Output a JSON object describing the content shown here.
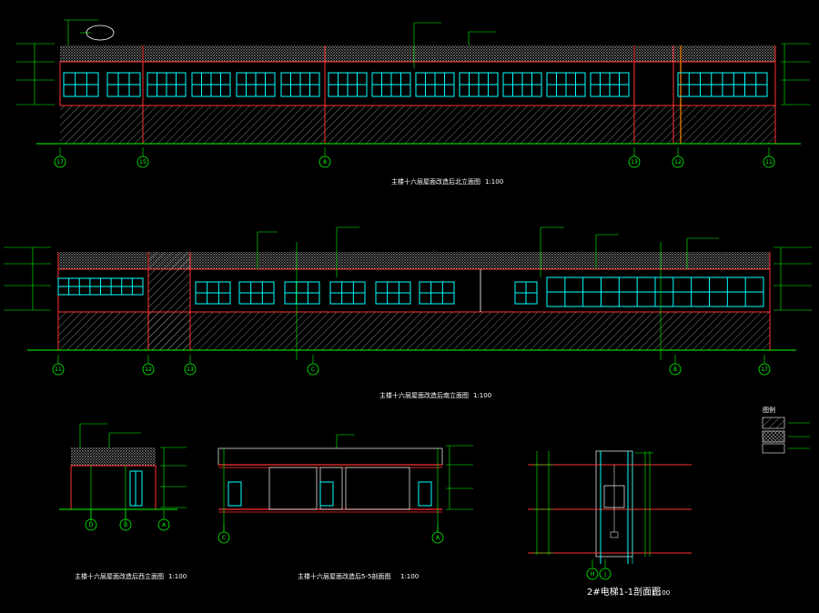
{
  "drawing": {
    "titles": {
      "elev1": "主楼十六层屋面改造后北立面图",
      "elev1_scale": "1:100",
      "elev2": "主楼十六层屋面改造后南立面图",
      "elev2_scale": "1:100",
      "elev3": "主楼十六层屋面改造后西立面图",
      "elev3_scale": "1:100",
      "sec": "主楼十六层屋面改造后5-5剖面图",
      "sec_scale": "1:100",
      "lift": "2#电梯1-1剖面图",
      "lift_scale": "1:100"
    },
    "axes": {
      "elev1": [
        "17",
        "15",
        "8",
        "13",
        "12",
        "11"
      ],
      "elev2": [
        "11",
        "12",
        "13",
        "C",
        "B",
        "17"
      ],
      "elev3": [
        "D",
        "B",
        "A"
      ],
      "sec": [
        "C",
        "A"
      ],
      "lift": [
        "H",
        "J"
      ]
    },
    "legend_title": "图例",
    "colors": {
      "background": "#000000",
      "wall": "#ff0000",
      "window": "#00ffff",
      "annotation": "#00ff00",
      "text": "#ffffff",
      "hatch": "#aaaaaa",
      "roof": "#cccccc",
      "accent": "#ff8800"
    }
  }
}
